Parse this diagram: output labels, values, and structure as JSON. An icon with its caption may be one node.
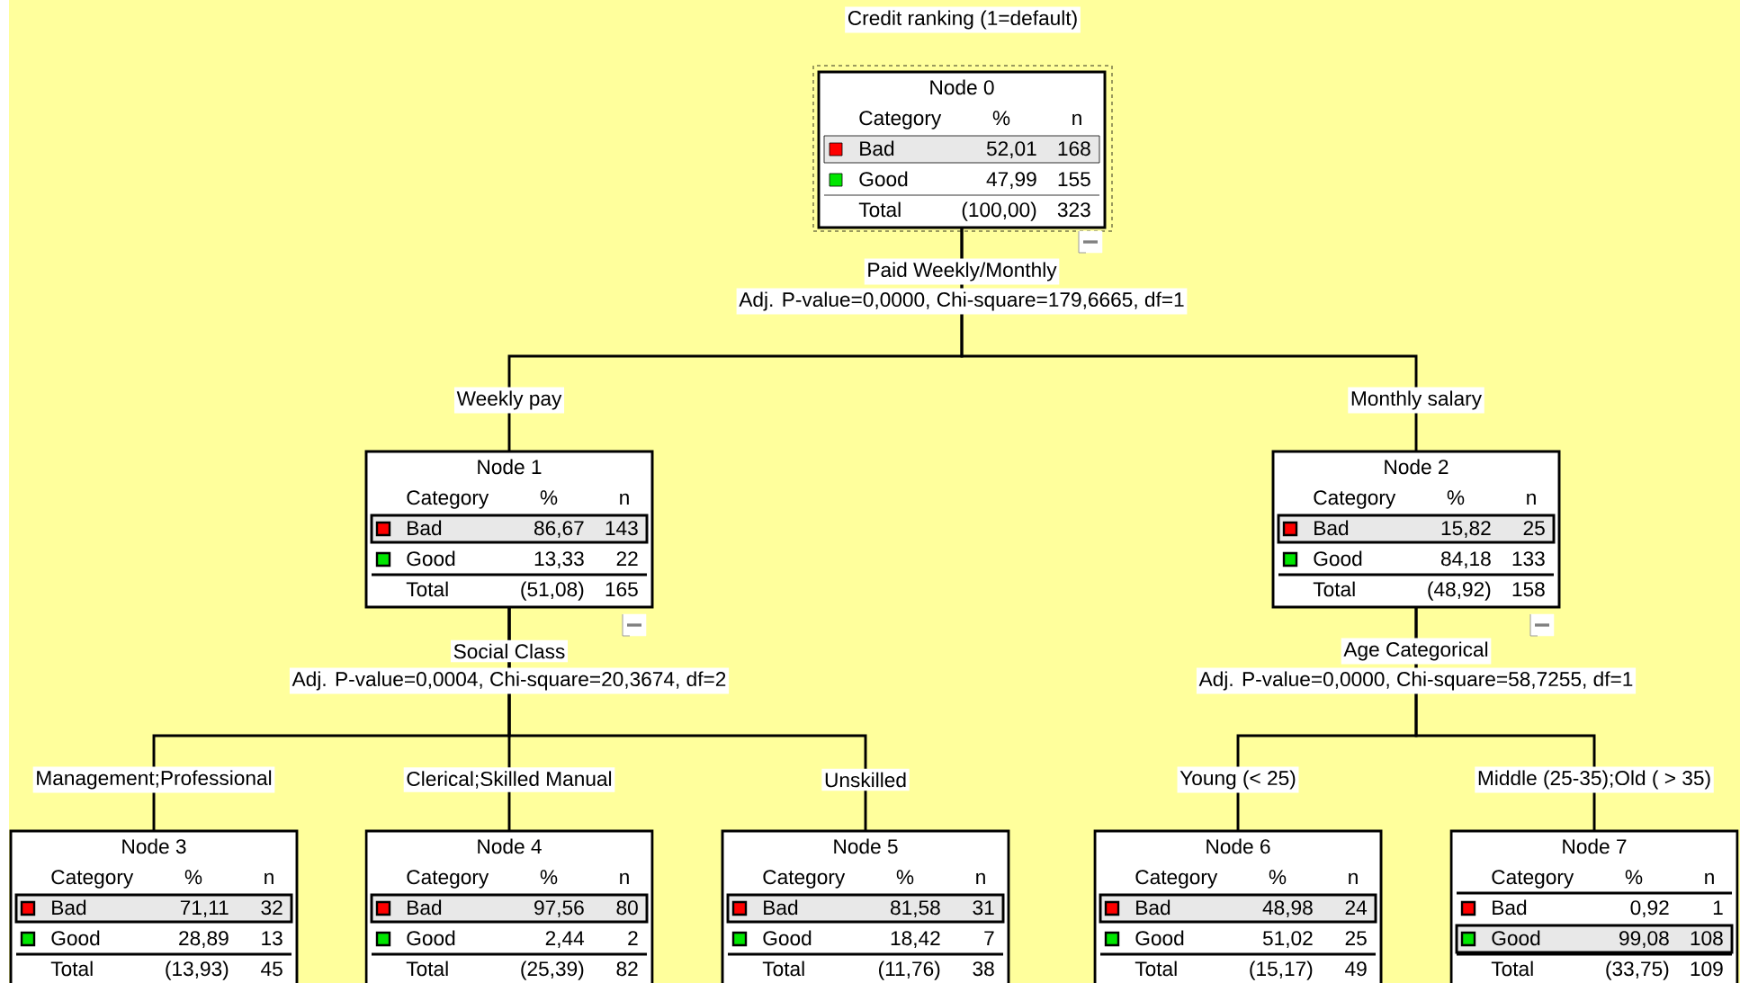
{
  "diagram": {
    "title": "Credit ranking (1=default)",
    "nodes": [
      {
        "text": [
          "Node 0",
          "Category",
          "%",
          "n",
          "Bad",
          "52,01",
          "168",
          "Good",
          "47,99",
          "155",
          "Total",
          "(100,00)",
          "323"
        ],
        "beside": [
          "Paid Weekly/Monthly",
          "Adj. P-value=0,0000, Chi-square=179,6665, df=1"
        ]
      },
      {
        "text": [
          "Node 1",
          "Category",
          "%",
          "n",
          "Bad",
          "86,67",
          "143",
          "Good",
          "13,33",
          "22",
          "Total",
          "(51,08)",
          "165"
        ],
        "beside": [
          "Social Class",
          "Adj. P-value=0,0004, Chi-square=20,3674, df=2"
        ]
      },
      {
        "text": [
          "Node 2",
          "Category",
          "%",
          "n",
          "Bad",
          "15,82",
          "25",
          "Good",
          "84,18",
          "133",
          "Total",
          "(48,92)",
          "158"
        ],
        "beside": [
          "Age Categorical",
          "Adj. P-value=0,0000, Chi-square=58,7255, df=1"
        ]
      },
      {
        "text": [
          "Node 3",
          "Category",
          "%",
          "n",
          "Bad",
          "71,11",
          "32",
          "Good",
          "28,89",
          "13",
          "Total",
          "(13,93)",
          "45"
        ]
      },
      {
        "text": [
          "Node 4",
          "Category",
          "%",
          "n",
          "Bad",
          "97,56",
          "80",
          "Good",
          "2,44",
          "2",
          "Total",
          "(25,39)",
          "82"
        ]
      },
      {
        "text": [
          "Node 5",
          "Category",
          "%",
          "n",
          "Bad",
          "81,58",
          "31",
          "Good",
          "18,42",
          "7",
          "Total",
          "(11,76)",
          "38"
        ]
      },
      {
        "text": [
          "Node 6",
          "Category",
          "%",
          "n",
          "Bad",
          "48,98",
          "24",
          "Good",
          "51,02",
          "25",
          "Total",
          "(15,17)",
          "49"
        ]
      },
      {
        "text": [
          "Node 7",
          "Category",
          "%",
          "n",
          "Bad",
          "0,92",
          "1",
          "Good",
          "99,08",
          "108",
          "Total",
          "(33,75)",
          "109"
        ]
      }
    ],
    "edges": [
      {
        "from": 0,
        "to": 1,
        "arrow": "none",
        "label": "Weekly pay"
      },
      {
        "from": 0,
        "to": 2,
        "arrow": "none",
        "label": "Monthly salary"
      },
      {
        "from": 1,
        "to": 3,
        "arrow": "none",
        "label": "Management;Professional"
      },
      {
        "from": 1,
        "to": 4,
        "arrow": "none",
        "label": "Clerical;Skilled Manual"
      },
      {
        "from": 1,
        "to": 5,
        "arrow": "none",
        "label": "Unskilled"
      },
      {
        "from": 2,
        "to": 6,
        "arrow": "none",
        "label": "Young (< 25)"
      },
      {
        "from": 2,
        "to": 7,
        "arrow": "none",
        "label": "Middle (25-35);Old ( > 35)"
      }
    ]
  }
}
